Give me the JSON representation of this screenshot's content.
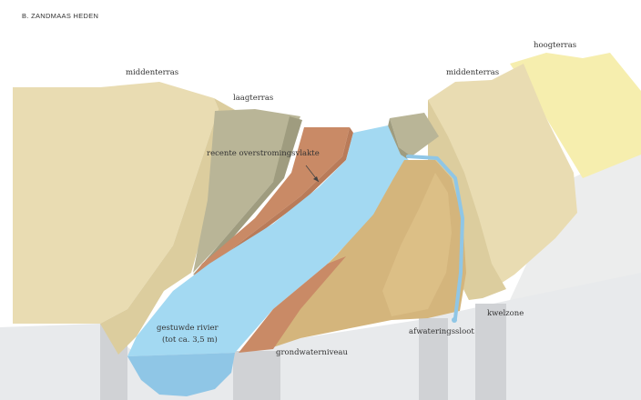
{
  "header": {
    "title": "B. ZANDMAAS HEDEN"
  },
  "labels": {
    "middenterras_left": "middenterras",
    "middenterras_right": "middenterras",
    "laagterras": "laagterras",
    "hoogterras": "hoogterras",
    "overstromingsvlakte": "recente overstromingsvlakte",
    "rivier_line1": "gestuwde rivier",
    "rivier_line2": "(tot ca. 3,5 m)",
    "grondwaterniveau": "grondwaterniveau",
    "afwateringssloot": "afwateringssloot",
    "kwelzone": "kwelzone"
  },
  "colors": {
    "terrace_light": "#e9dcb2",
    "terrace_shadow": "#d8c99a",
    "laagterras": "#b9b597",
    "laagterras_dark": "#9d9a7c",
    "hoogterras": "#f6eeae",
    "floodplain": "#c98a66",
    "water": "#a3d9f2",
    "water_deep": "#8fc6e6",
    "sand_mound": "#d4b57c",
    "groundwater": "#e6e8ea",
    "column": "#cfd1d4"
  }
}
